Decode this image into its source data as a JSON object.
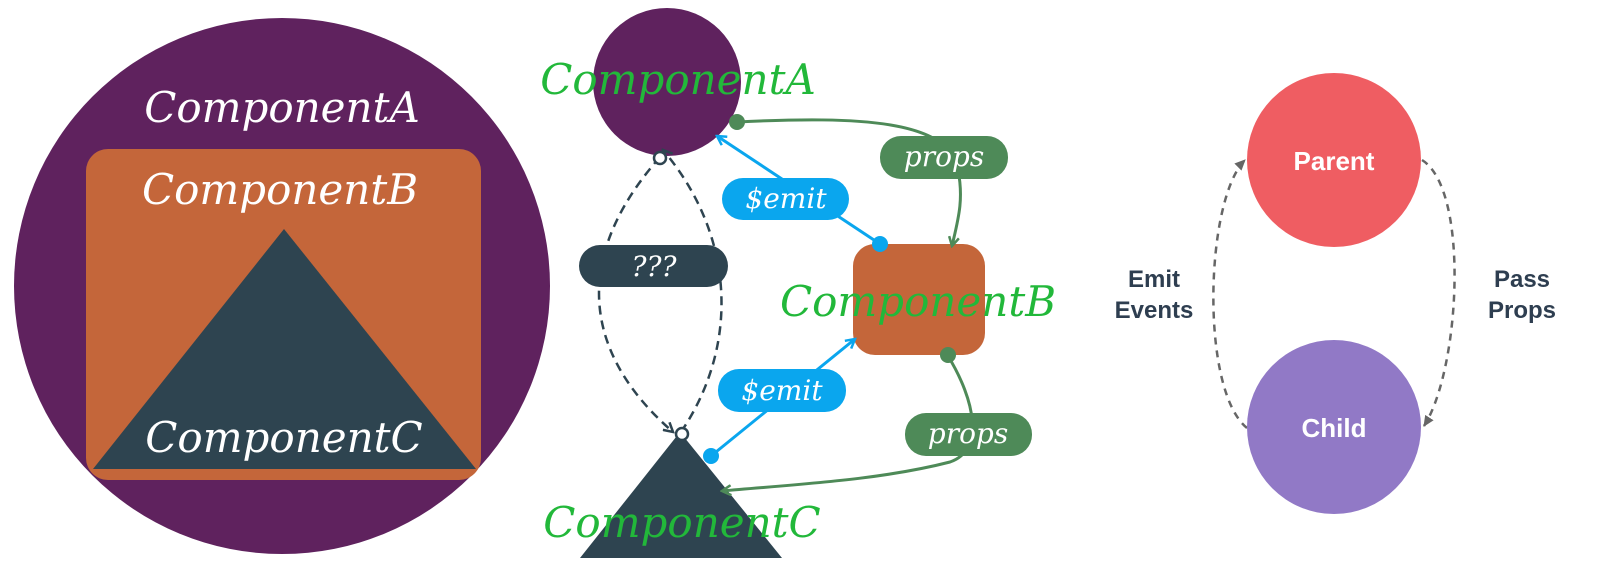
{
  "colors": {
    "purple": "#5f225e",
    "orange": "#c4663a",
    "slate": "#2e4450",
    "green_text": "#22b83a",
    "emit_blue": "#0aa6ee",
    "props_green": "#4e8a58",
    "parent_red": "#ef5d62",
    "child_violet": "#9179c6",
    "label_dark": "#2e3e50",
    "dashed_gray": "#666666"
  },
  "nesting": {
    "component_a": "ComponentA",
    "component_b": "ComponentB",
    "component_c": "ComponentC"
  },
  "flow": {
    "component_a": "ComponentA",
    "component_b": "ComponentB",
    "component_c": "ComponentC",
    "unknown_label": "???",
    "emit_top": "$emit",
    "emit_bottom": "$emit",
    "props_top": "props",
    "props_bottom": "props"
  },
  "cycle": {
    "parent": "Parent",
    "child": "Child",
    "emit_line1": "Emit",
    "emit_line2": "Events",
    "pass_line1": "Pass",
    "pass_line2": "Props"
  }
}
